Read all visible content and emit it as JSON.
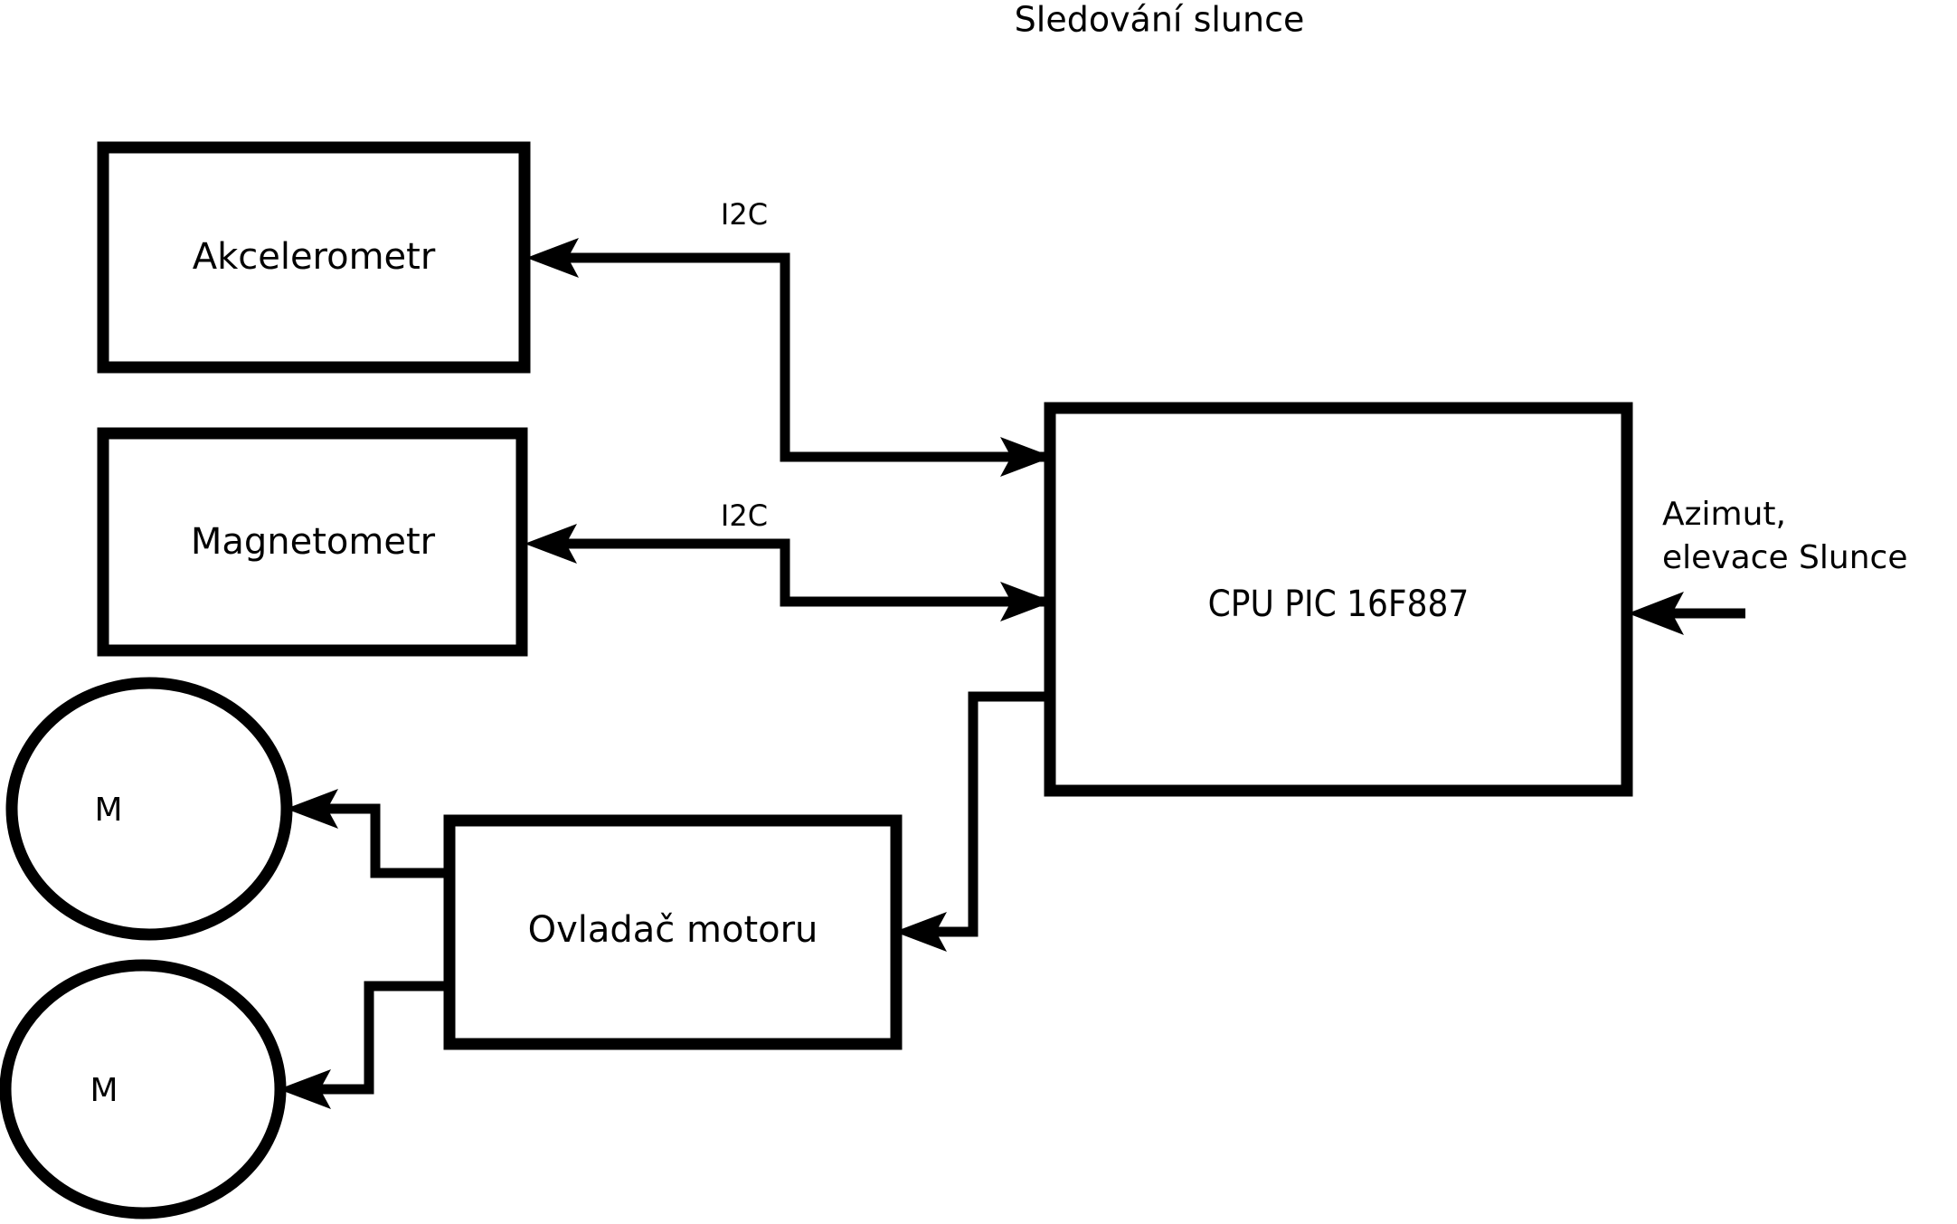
{
  "diagram": {
    "title": "Sledování slunce",
    "nodes": {
      "accelerometer": {
        "label": "Akcelerometr",
        "shape": "rectangle"
      },
      "magnetometer": {
        "label": "Magnetometr",
        "shape": "rectangle"
      },
      "cpu": {
        "label": "CPU PIC 16F887",
        "shape": "rectangle"
      },
      "motor_driver": {
        "label": "Ovladač motoru",
        "shape": "rectangle"
      },
      "motor_top": {
        "label": "M",
        "shape": "circle"
      },
      "motor_bottom": {
        "label": "M",
        "shape": "circle"
      }
    },
    "edge_labels": {
      "i2c_accelerometer": "I2C",
      "i2c_magnetometer": "I2C"
    },
    "io_labels": {
      "sun_input_line1": "Azimut,",
      "sun_input_line2": "elevace Slunce"
    },
    "colors": {
      "stroke": "#000000",
      "fill": "#ffffff",
      "background": "#ffffff"
    }
  }
}
